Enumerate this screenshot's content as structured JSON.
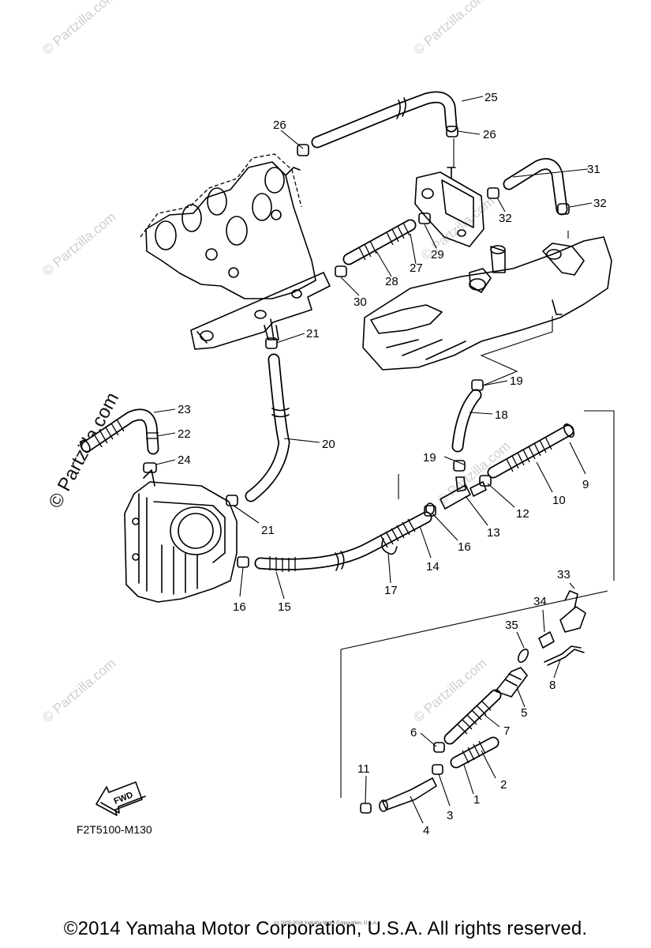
{
  "diagram_code": "F2T5100-M130",
  "copyright": "©2014 Yamaha Motor Corporation, U.S.A. All rights reserved.",
  "small_copyright": "(c) 2005-2016 Yamaha Motor Corporation, U.S.A.",
  "fwd_label": "FWD",
  "watermark": "© Partzilla.com",
  "callouts": [
    "1",
    "2",
    "3",
    "4",
    "5",
    "6",
    "7",
    "8",
    "9",
    "10",
    "11",
    "12",
    "13",
    "14",
    "15",
    "16",
    "16",
    "17",
    "18",
    "19",
    "19",
    "20",
    "21",
    "21",
    "22",
    "23",
    "24",
    "25",
    "26",
    "26",
    "27",
    "28",
    "29",
    "30",
    "31",
    "32",
    "32",
    "33",
    "34",
    "35"
  ]
}
